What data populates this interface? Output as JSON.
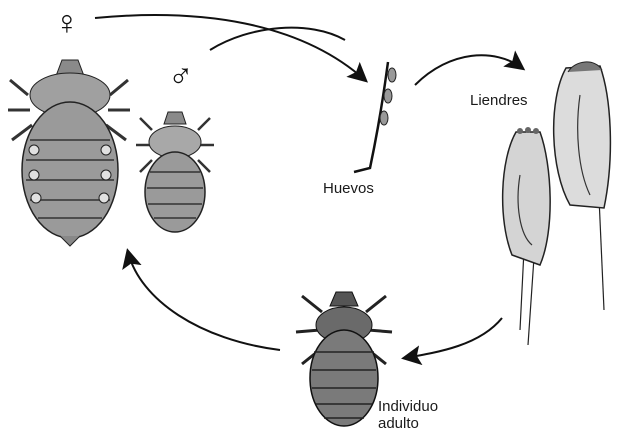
{
  "labels": {
    "eggs": "Huevos",
    "nits": "Liendres",
    "adult": "Individuo adulto"
  },
  "symbols": {
    "female": "♀",
    "male": "♂"
  },
  "colors": {
    "ink": "#1a1a1a",
    "body_fill": "#9a9a9a",
    "body_dark": "#5c5c5c",
    "egg_fill": "#c8c8c8",
    "background": "#ffffff"
  }
}
